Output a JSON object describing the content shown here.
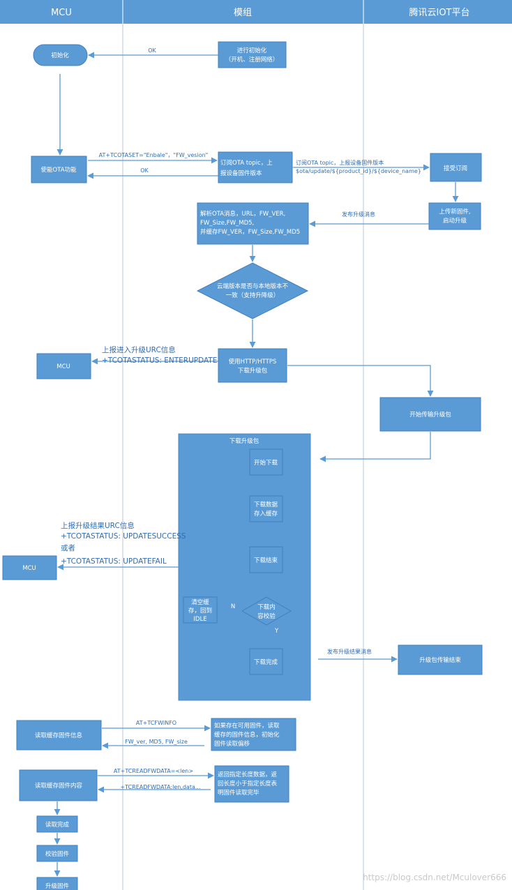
{
  "lanes": {
    "mcu": "MCU",
    "module": "模组",
    "platform": "腾讯云IOT平台"
  },
  "boxes": {
    "init": "初始化",
    "module_init": [
      "进行初始化",
      "（开机、注册网络）"
    ],
    "enable_ota": "使能OTA功能",
    "subscribe": [
      "订阅OTA topic，上",
      "报设备固件版本"
    ],
    "accept_sub": "接受订阅",
    "upload_fw": [
      "上传新固件,",
      "启动升级"
    ],
    "parse": [
      "解析OTA消息，URL，FW_VER,",
      "FW_Size,FW_MD5,",
      "并缓存FW_VER，FW_Size,FW_MD5"
    ],
    "decision": [
      "云端版本是否与本地版本不",
      "一致（支持升降级）"
    ],
    "mcu1": "MCU",
    "download_http": [
      "使用HTTP/HTTPS",
      "下载升级包"
    ],
    "start_transfer": "开始传输升级包",
    "download_group": "下载升级包",
    "start_download": "开始下载",
    "store_cache": [
      "下载数据",
      "存入缓存"
    ],
    "download_end": "下载结束",
    "verify": [
      "下载内",
      "容校验"
    ],
    "clear_cache": [
      "清空缓",
      "存，回到",
      "IDLE"
    ],
    "download_done": "下载完成",
    "mcu2": "MCU",
    "transfer_end": "升级包传输结束",
    "read_info": "读取缓存固件信息",
    "info_resp": [
      "如果存在可用固件，读取",
      "缓存的固件信息，初始化",
      "固件读取偏移"
    ],
    "read_content": "读取缓存固件内容",
    "content_resp": [
      "返回指定长度数据，返",
      "回长度小于指定长度表",
      "明固件读取完毕"
    ],
    "read_done": "读取完成",
    "verify_fw": "校验固件",
    "upgrade_fw": "升级固件"
  },
  "labels": {
    "ok1": "OK",
    "at_set": "AT+TCOTASET=\"Enbale\"，\"FW_vesion\"",
    "ok2": "OK",
    "sub_topic": [
      "订阅OTA topic，上报设备固件版本",
      "$ota/update/${product_id}/${device_name}"
    ],
    "publish_upgrade": "发布升级消息",
    "urc_enter": [
      "上报进入升级URC信息",
      "+TCOTASTATUS:  ENTERUPDATE"
    ],
    "urc_result": [
      "上报升级结果URC信息",
      "+TCOTASTATUS:  UPDATESUCCESS",
      "或者",
      "+TCOTASTATUS:  UPDATEFAIL"
    ],
    "n": "N",
    "y": "Y",
    "publish_result": "发布升级结果消息",
    "at_info": "AT+TCFWINFO",
    "info_ret": "FW_ver, MD5, FW_size",
    "at_read": "AT+TCREADFWDATA=<len>",
    "read_ret": "+TCREADFWDATA:len,data..."
  },
  "watermark": "https://blog.csdn.net/Mculover666",
  "colors": {
    "header": "#5b9bd5",
    "box": "#5b9bd5",
    "group": "#5b9bd5",
    "text": "#2f6db5"
  }
}
